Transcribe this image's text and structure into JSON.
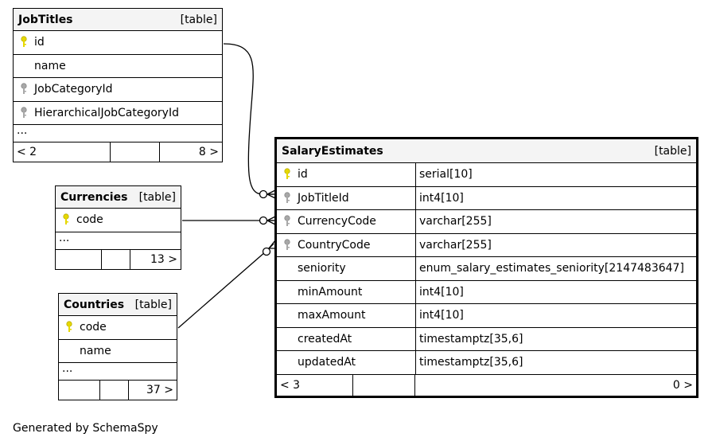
{
  "tables": {
    "job_titles": {
      "name": "JobTitles",
      "tag": "[table]",
      "columns": [
        "id",
        "name",
        "JobCategoryId",
        "HierarchicalJobCategoryId"
      ],
      "ellipsis": "...",
      "footer": [
        "< 2",
        "",
        "8 >"
      ]
    },
    "currencies": {
      "name": "Currencies",
      "tag": "[table]",
      "columns": [
        "code"
      ],
      "ellipsis": "...",
      "footer": [
        "",
        "",
        "13 >"
      ]
    },
    "countries": {
      "name": "Countries",
      "tag": "[table]",
      "columns": [
        "code",
        "name"
      ],
      "ellipsis": "...",
      "footer": [
        "",
        "",
        "37 >"
      ]
    },
    "salary_estimates": {
      "name": "SalaryEstimates",
      "tag": "[table]",
      "columns": [
        {
          "name": "id",
          "type": "serial[10]"
        },
        {
          "name": "JobTitleId",
          "type": "int4[10]"
        },
        {
          "name": "CurrencyCode",
          "type": "varchar[255]"
        },
        {
          "name": "CountryCode",
          "type": "varchar[255]"
        },
        {
          "name": "seniority",
          "type": "enum_salary_estimates_seniority[2147483647]"
        },
        {
          "name": "minAmount",
          "type": "int4[10]"
        },
        {
          "name": "maxAmount",
          "type": "int4[10]"
        },
        {
          "name": "createdAt",
          "type": "timestamptz[35,6]"
        },
        {
          "name": "updatedAt",
          "type": "timestamptz[35,6]"
        }
      ],
      "footer": [
        "< 3",
        "",
        "0 >"
      ]
    }
  },
  "icons": {
    "primary_key": "key-icon-yellow",
    "foreign_key": "key-icon-gray"
  },
  "colors": {
    "primary_key": "#e6d800",
    "foreign_key": "#a8a8a8",
    "header_bg": "#f4f4f4"
  },
  "caption": "Generated by SchemaSpy"
}
